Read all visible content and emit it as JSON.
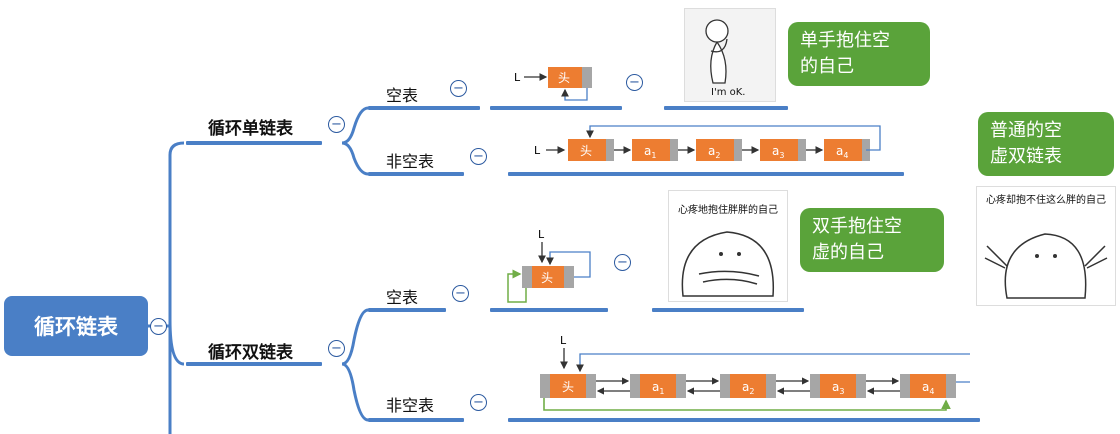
{
  "root": {
    "label": "循环链表"
  },
  "single": {
    "label": "循环单链表",
    "empty": {
      "label": "空表"
    },
    "nonempty": {
      "label": "非空表"
    },
    "bubble": [
      "单手抱住空",
      "的自己"
    ],
    "sticker_text": "I'm oK."
  },
  "double": {
    "label": "循环双链表",
    "empty": {
      "label": "空表"
    },
    "nonempty": {
      "label": "非空表"
    },
    "bubble": [
      "双手抱住空",
      "虚的自己"
    ],
    "sticker_caption": "心疼地抱住胖胖的自己"
  },
  "side": {
    "bubble": [
      "普通的空",
      "虚双链表"
    ],
    "sticker_caption": "心疼却抱不住这么胖的自己"
  },
  "diagram": {
    "L": "L",
    "head": "头",
    "nodes": [
      "a1",
      "a2",
      "a3",
      "a4"
    ]
  },
  "collapse_symbol": "−",
  "colors": {
    "accent": "#4a7fc6",
    "node": "#ed7d31",
    "bubble": "#5aa33a",
    "green_arrow": "#70ad47"
  }
}
